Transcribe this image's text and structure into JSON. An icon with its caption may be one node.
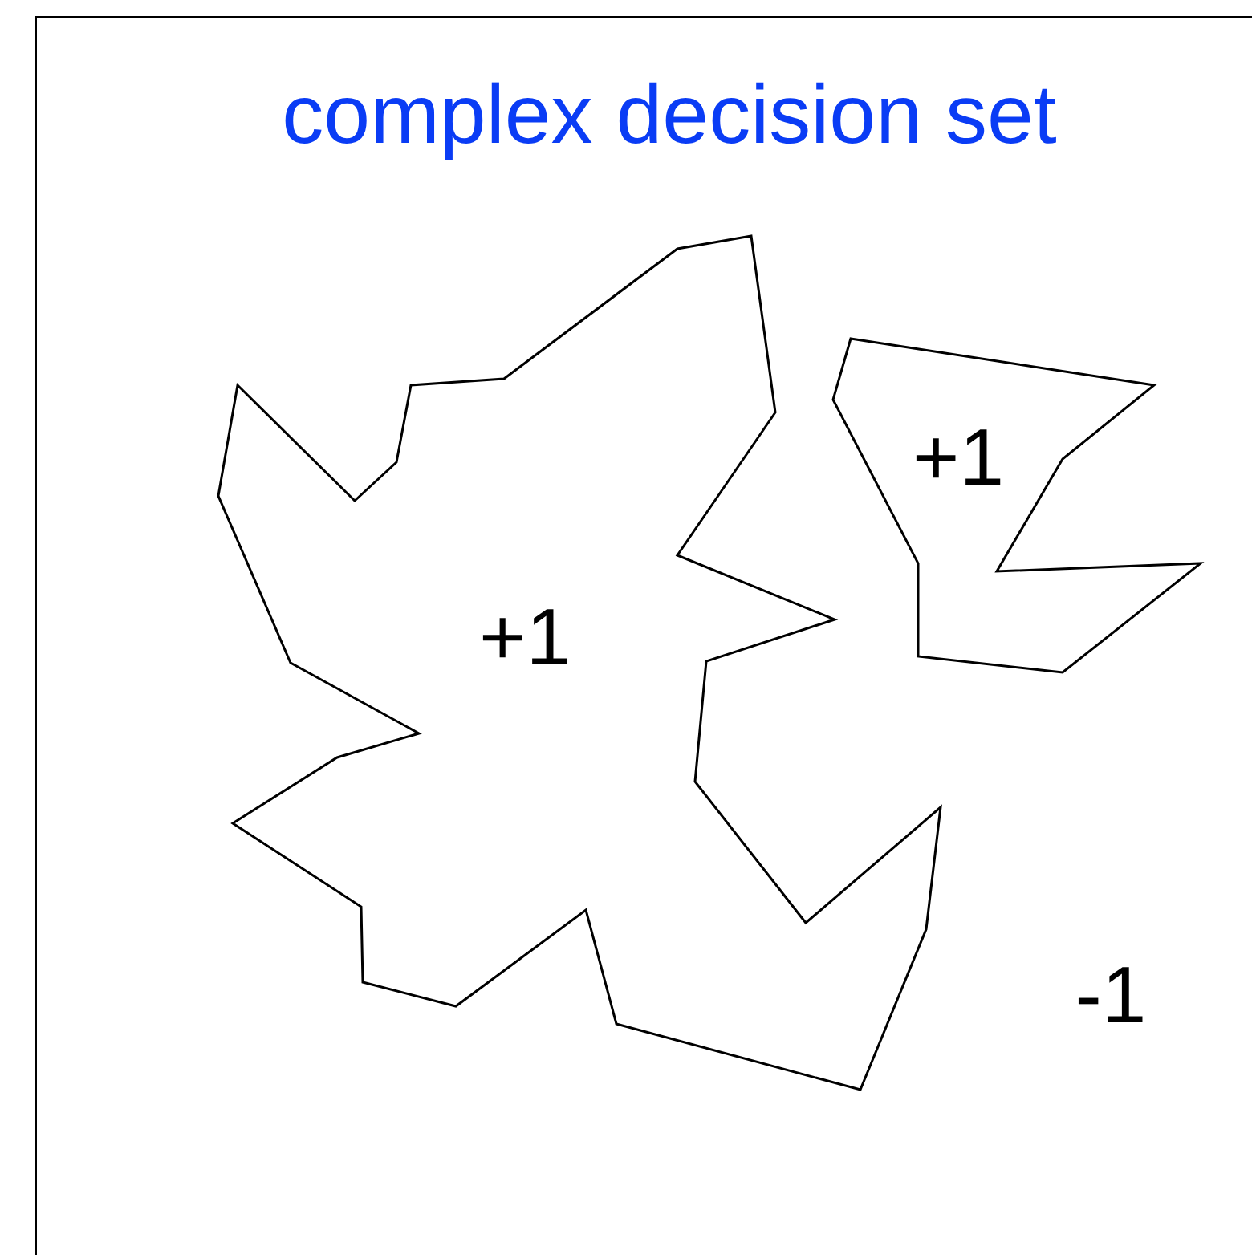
{
  "diagram": {
    "title": "complex decision set",
    "nodes": [
      {
        "text": [
          "+1"
        ]
      },
      {
        "text": [
          "+1"
        ]
      }
    ],
    "labels": [
      "-1"
    ]
  }
}
